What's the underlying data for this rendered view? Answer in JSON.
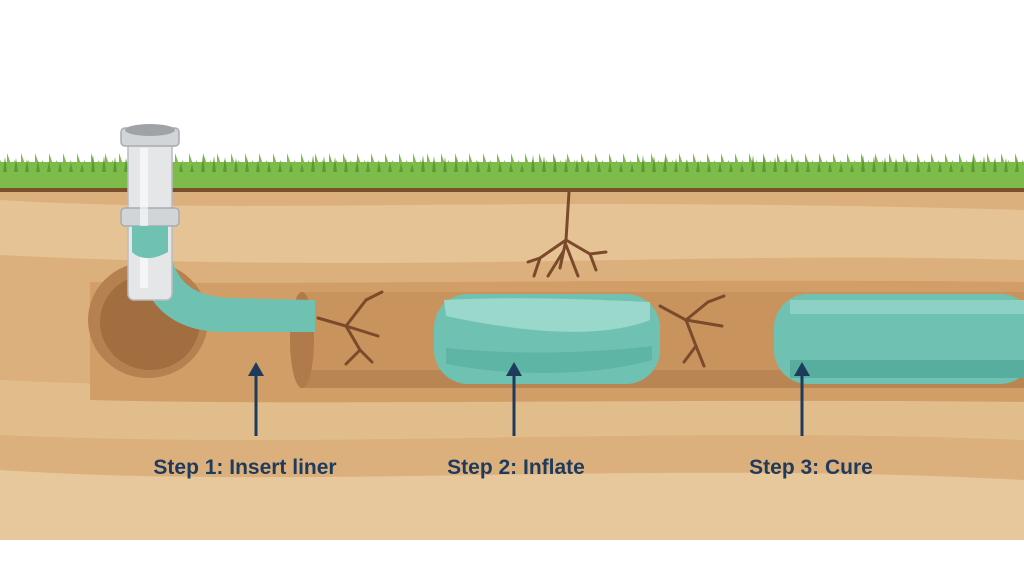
{
  "colors": {
    "background": "#ffffff",
    "grass": "#7dbb4a",
    "grass_dark": "#5e9a34",
    "topsoil_line": "#7a4f2c",
    "soil_light": "#e3bf90",
    "soil_mid": "#d8ab74",
    "soil_dark": "#c79560",
    "pipe_hole": "#a77346",
    "liner": "#6fc2b2",
    "liner_light": "#9ad8cc",
    "liner_dark": "#4ea999",
    "cleanout_pipe": "#e4e6e8",
    "roots": "#7a4a2a",
    "label_text": "#1e3a5c",
    "arrow": "#1e3a5c"
  },
  "steps": [
    {
      "label": "Step 1: Insert liner"
    },
    {
      "label": "Step 2: Inflate"
    },
    {
      "label": "Step 3: Cure"
    }
  ]
}
